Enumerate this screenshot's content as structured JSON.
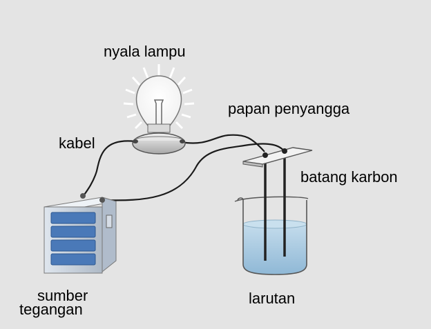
{
  "labels": {
    "lamp": "nyala lampu",
    "board": "papan penyangga",
    "cable": "kabel",
    "rods": "batang karbon",
    "source_line1": "sumber",
    "source_line2": "tegangan",
    "solution": "larutan"
  },
  "colors": {
    "background": "#e4e4e4",
    "wire": "#1a1a1a",
    "battery_body": "#c9d3de",
    "battery_cells": "#4a79b8",
    "liquid": "#a9cbe2",
    "bulb_glow": "#ffffff"
  }
}
